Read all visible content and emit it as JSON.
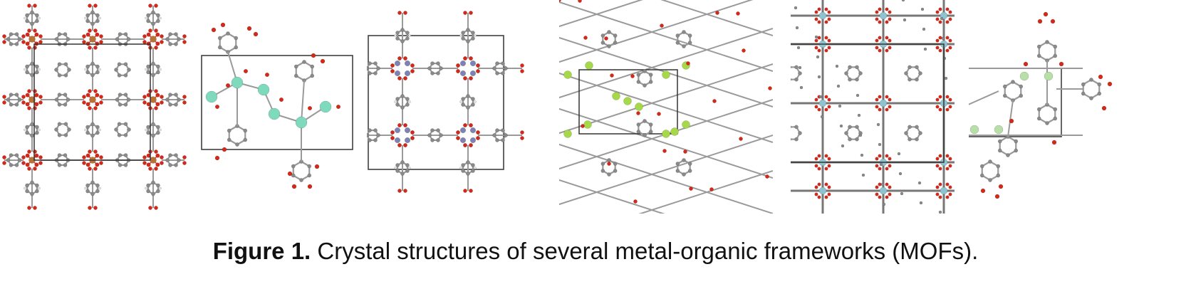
{
  "figure": {
    "panels": [
      {
        "metal_color": "#b87333",
        "scheme": "grid-square"
      },
      {
        "metal_color": "#7fd9bd",
        "scheme": "chain"
      },
      {
        "metal_color": "#7c82b3",
        "scheme": "paddle-grid"
      },
      {
        "metal_color": "#a6d84a",
        "scheme": "layered"
      },
      {
        "metal_color": "#8fc3cf",
        "scheme": "dense-grid"
      },
      {
        "metal_color": "#b8dfa8",
        "scheme": "isolated"
      }
    ],
    "atom_colors": {
      "carbon": "#8a8a8a",
      "oxygen": "#d62718",
      "hydrogen": "#e6e6e6",
      "bond": "#9a9a9a"
    },
    "caption": {
      "label": "Figure 1.",
      "text": " Crystal structures of several metal-organic frameworks (MOFs)."
    }
  }
}
